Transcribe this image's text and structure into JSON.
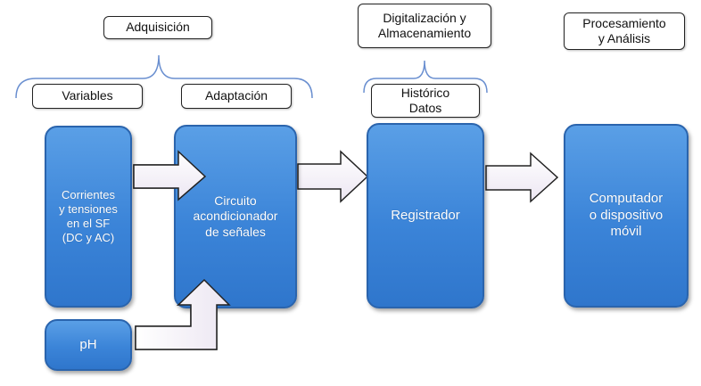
{
  "stages": {
    "adquisicion": "Adquisición",
    "digitalizacion": "Digitalización y\nAlmacenamiento",
    "procesamiento": "Procesamiento\ny Análisis"
  },
  "sublabels": {
    "variables": "Variables",
    "adaptacion": "Adaptación",
    "historico": "Histórico\nDatos"
  },
  "blocks": {
    "corrientes": "Corrientes\ny tensiones\nen el SF\n(DC y AC)",
    "ph": "pH",
    "circuito": "Circuito\nacondicionador\nde señales",
    "registrador": "Registrador",
    "computador": "Computador\no dispositivo\nmóvil"
  },
  "colors": {
    "block_fill": "#3b84d8",
    "block_border": "#2a64ad",
    "brace": "#6a8fd0",
    "arrow_fill": "#ffffff",
    "arrow_stroke": "#222222"
  }
}
